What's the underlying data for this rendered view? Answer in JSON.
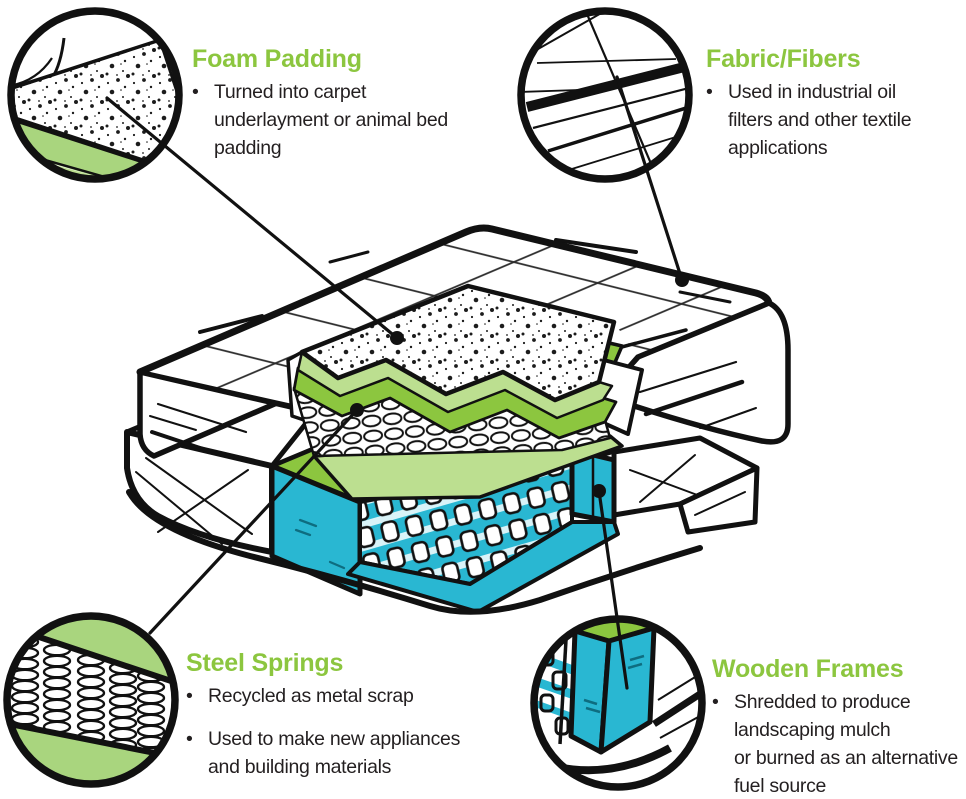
{
  "ui": {
    "bullet_char": "•"
  },
  "palette": {
    "heading_green": "#8cc63f",
    "dark_green": "#8cc63f",
    "light_green": "#bcdf90",
    "mid_green": "#a9d57e",
    "teal": "#29b7d2",
    "teal_light": "#d9f3f8",
    "ink": "#231f20",
    "outline": "#111111"
  },
  "callouts": [
    {
      "id": "foam-padding",
      "title": "Foam Padding",
      "thumb_icon": "foam-closeup-thumbnail",
      "bullets": [
        {
          "lines": [
            "Turned into carpet",
            "underlayment or animal bed",
            "padding"
          ]
        }
      ]
    },
    {
      "id": "fabric-fibers",
      "title": "Fabric/Fibers",
      "thumb_icon": "fabric-weave-closeup-thumbnail",
      "bullets": [
        {
          "lines": [
            "Used in industrial oil",
            "filters and other textile",
            "applications"
          ]
        }
      ]
    },
    {
      "id": "steel-springs",
      "title": "Steel Springs",
      "thumb_icon": "coil-springs-closeup-thumbnail",
      "bullets": [
        {
          "lines": [
            "Recycled as metal scrap"
          ]
        },
        {
          "lines": [
            "Used to make new appliances",
            "and building materials"
          ]
        }
      ]
    },
    {
      "id": "wooden-frames",
      "title": "Wooden Frames",
      "thumb_icon": "wooden-frame-corner-closeup-thumbnail",
      "bullets": [
        {
          "lines": [
            "Shredded to produce",
            "landscaping mulch",
            "or burned as an alternative",
            "fuel source"
          ]
        }
      ]
    }
  ],
  "diagram": {
    "subject": "exploded-mattress-recycling-cutaway",
    "layers": [
      "quilted fabric cover",
      "speckled foam padding",
      "green comfort layers",
      "steel coil springs",
      "box-spring deck",
      "teal wooden frame"
    ]
  }
}
